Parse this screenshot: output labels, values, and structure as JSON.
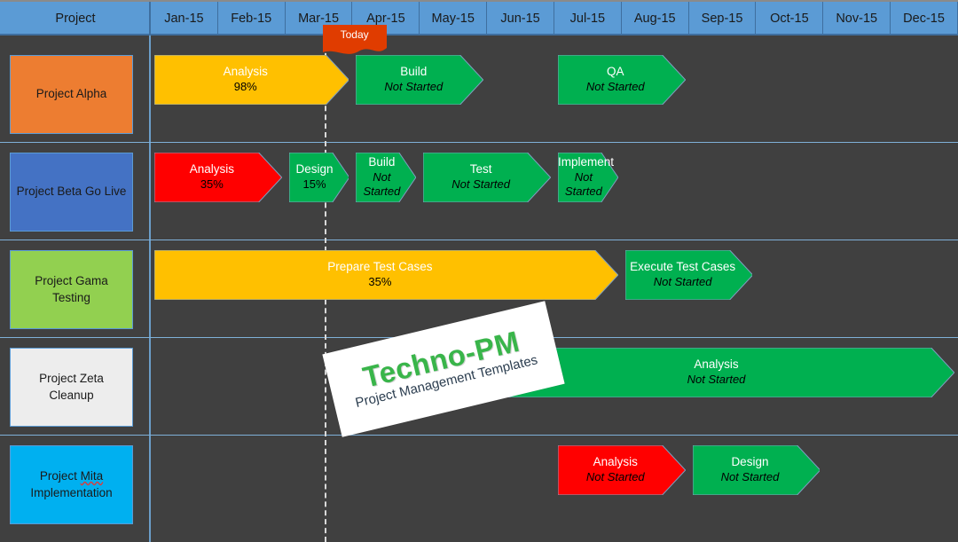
{
  "header": {
    "project_col_label": "Project",
    "months": [
      "Jan-15",
      "Feb-15",
      "Mar-15",
      "Apr-15",
      "May-15",
      "Jun-15",
      "Jul-15",
      "Aug-15",
      "Sep-15",
      "Oct-15",
      "Nov-15",
      "Dec-15"
    ]
  },
  "today_marker": {
    "label": "Today",
    "month": "Mar-15",
    "color": "#e03c00"
  },
  "colors": {
    "background": "#404040",
    "header_blue": "#5b9bd5",
    "gridline": "#7fb0d8",
    "green": "#00b050",
    "amber": "#ffc000",
    "red": "#ff0000",
    "today_line": "#d9d9d9"
  },
  "status_values": [
    "Not Started",
    "98%",
    "35%",
    "15%"
  ],
  "chart_data": {
    "type": "gantt",
    "title": "Project Portfolio Gantt Chart",
    "timeline_unit": "month",
    "timeline": [
      "Jan-15",
      "Feb-15",
      "Mar-15",
      "Apr-15",
      "May-15",
      "Jun-15",
      "Jul-15",
      "Aug-15",
      "Sep-15",
      "Oct-15",
      "Nov-15",
      "Dec-15"
    ],
    "today": "Mar-15",
    "rows": [
      {
        "project": "Project Alpha",
        "box_color": "#ed7d31",
        "tasks": [
          {
            "name": "Analysis",
            "status": "98%",
            "status_kind": "percent",
            "color": "#ffc000",
            "start_month": "Jan-15",
            "end_month": "Mar-15"
          },
          {
            "name": "Build",
            "status": "Not Started",
            "status_kind": "status",
            "color": "#00b050",
            "start_month": "Apr-15",
            "end_month": "May-15"
          },
          {
            "name": "QA",
            "status": "Not Started",
            "status_kind": "status",
            "color": "#00b050",
            "start_month": "Jul-15",
            "end_month": "Aug-15"
          }
        ]
      },
      {
        "project": "Project Beta Go Live",
        "box_color": "#4472c4",
        "tasks": [
          {
            "name": "Analysis",
            "status": "35%",
            "status_kind": "percent",
            "color": "#ff0000",
            "start_month": "Jan-15",
            "end_month": "Feb-15"
          },
          {
            "name": "Design",
            "status": "15%",
            "status_kind": "percent",
            "color": "#00b050",
            "start_month": "Mar-15",
            "end_month": "Mar-15"
          },
          {
            "name": "Build",
            "status": "Not Started",
            "status_kind": "status",
            "color": "#00b050",
            "start_month": "Apr-15",
            "end_month": "Apr-15"
          },
          {
            "name": "Test",
            "status": "Not Started",
            "status_kind": "status",
            "color": "#00b050",
            "start_month": "May-15",
            "end_month": "Jun-15"
          },
          {
            "name": "Implement",
            "status": "Not Started",
            "status_kind": "status",
            "color": "#00b050",
            "start_month": "Jul-15",
            "end_month": "Jul-15"
          }
        ]
      },
      {
        "project": "Project Gama Testing",
        "box_color": "#92d050",
        "tasks": [
          {
            "name": "Prepare Test Cases",
            "status": "35%",
            "status_kind": "percent",
            "color": "#ffc000",
            "start_month": "Jan-15",
            "end_month": "Jul-15"
          },
          {
            "name": "Execute Test Cases",
            "status": "Not Started",
            "status_kind": "status",
            "color": "#00b050",
            "start_month": "Aug-15",
            "end_month": "Sep-15"
          }
        ]
      },
      {
        "project": "Project Zeta Cleanup",
        "box_color": "#ededed",
        "tasks": [
          {
            "name": "Analysis",
            "status": "Not Started",
            "status_kind": "status",
            "color": "#00b050",
            "start_month": "Jun-15",
            "end_month": "Dec-15"
          }
        ]
      },
      {
        "project": "Project Mita Implementation",
        "box_color": "#00b0f0",
        "tasks": [
          {
            "name": "Analysis",
            "status": "Not Started",
            "status_kind": "status",
            "color": "#ff0000",
            "start_month": "Jul-15",
            "end_month": "Aug-15"
          },
          {
            "name": "Design",
            "status": "Not Started",
            "status_kind": "status",
            "color": "#00b050",
            "start_month": "Sep-15",
            "end_month": "Oct-15"
          }
        ]
      }
    ]
  },
  "watermark": {
    "title": "Techno-PM",
    "subtitle": "Project Management Templates",
    "title_color": "#39b54a",
    "subtitle_color": "#2c3e50"
  }
}
